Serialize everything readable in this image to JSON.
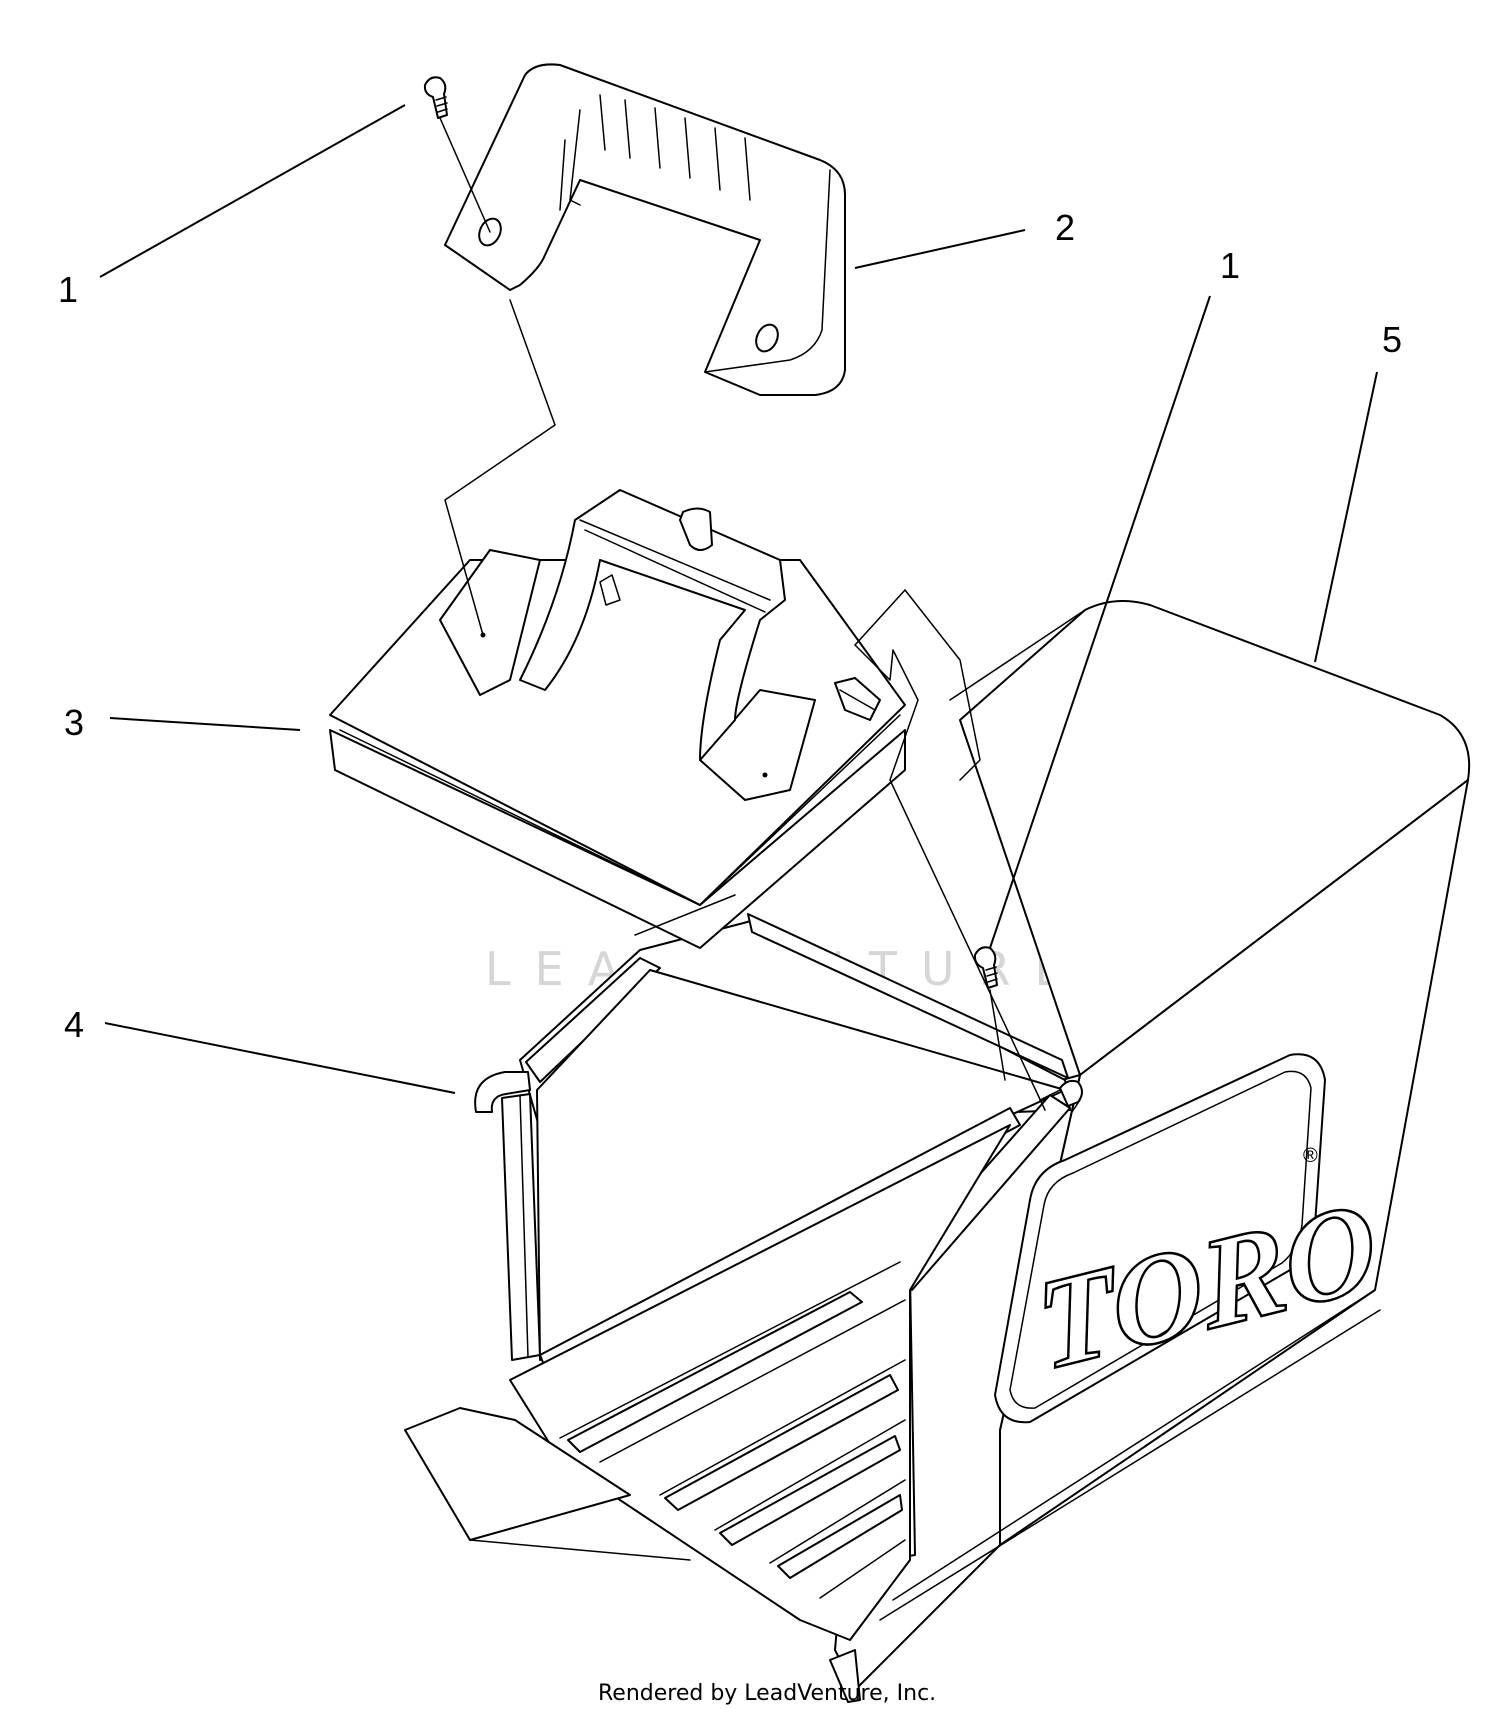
{
  "diagram": {
    "callouts": [
      {
        "id": "c1a",
        "label": "1"
      },
      {
        "id": "c2",
        "label": "2"
      },
      {
        "id": "c1b",
        "label": "1"
      },
      {
        "id": "c5",
        "label": "5"
      },
      {
        "id": "c3",
        "label": "3"
      },
      {
        "id": "c4",
        "label": "4"
      }
    ],
    "brand_logo_text": "TORO",
    "registered_mark": "®",
    "watermark_text": "LEADVENTURE",
    "footer_text": "Rendered by LeadVenture, Inc."
  }
}
